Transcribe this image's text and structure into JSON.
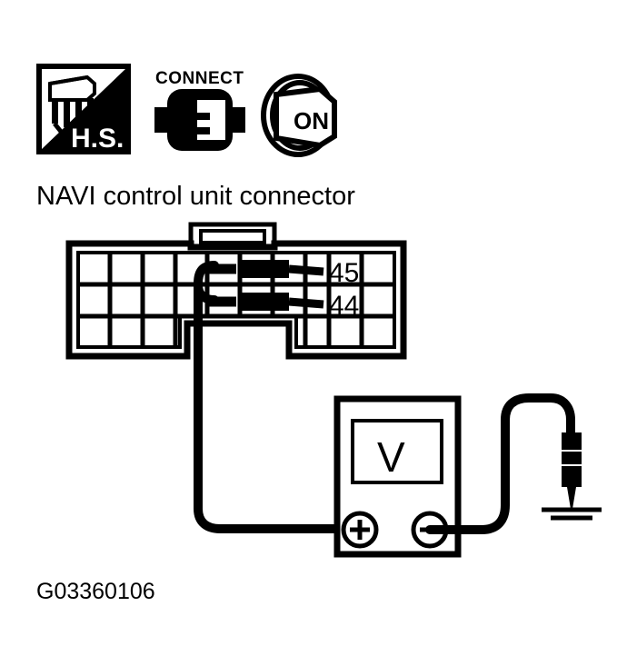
{
  "figure": {
    "title": "NAVI control unit connector",
    "figure_id": "G03360106",
    "background_color": "#ffffff",
    "ink_color": "#000000"
  },
  "icons": {
    "hs_badge": {
      "name": "hs-badge-icon",
      "label": "H.S.",
      "description": "black-and-white diagonal split square with connector drawing"
    },
    "connect": {
      "name": "connect-icon",
      "label": "CONNECT",
      "description": "black rounded connector body with white plug cutout"
    },
    "ignition": {
      "name": "ignition-on-icon",
      "label": "ON",
      "description": "ignition key switch turned to ON"
    }
  },
  "connector": {
    "name": "navi-control-unit-connector",
    "rows": 3,
    "left_block_columns": 4,
    "right_block_columns": 3,
    "latch_label": "",
    "pins": [
      {
        "number": "45",
        "row": 1,
        "probe": true
      },
      {
        "number": "44",
        "row": 2,
        "probe": true
      }
    ]
  },
  "meter": {
    "name": "voltmeter",
    "display_symbol": "V",
    "terminals": [
      {
        "name": "positive-terminal",
        "symbol": "+"
      },
      {
        "name": "negative-terminal",
        "symbol": "−"
      }
    ]
  },
  "ground": {
    "name": "chassis-ground",
    "symbol": "earth-ground",
    "label": ""
  },
  "wires": [
    {
      "from": "pin-45-probe",
      "to": "voltmeter-positive"
    },
    {
      "from": "pin-44-probe",
      "to": "voltmeter-positive"
    },
    {
      "from": "voltmeter-negative",
      "to": "chassis-ground"
    }
  ]
}
